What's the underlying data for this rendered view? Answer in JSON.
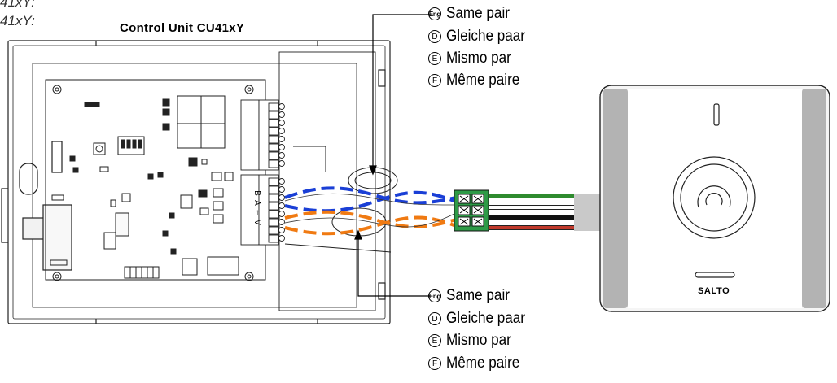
{
  "header_fragments": {
    "line1": "41xY:",
    "line2": "41xY:"
  },
  "control_unit": {
    "title": "Control Unit CU41xY",
    "terminal_labels": [
      "B",
      "A",
      "←",
      "V"
    ]
  },
  "reader": {
    "brand": "SALTO"
  },
  "callout_top": {
    "items": [
      {
        "badge": "Eng",
        "label": "Same pair"
      },
      {
        "badge": "D",
        "label": "Gleiche paar"
      },
      {
        "badge": "E",
        "label": "Mismo par"
      },
      {
        "badge": "F",
        "label": "Même paire"
      }
    ]
  },
  "callout_bottom": {
    "items": [
      {
        "badge": "Eng",
        "label": "Same pair"
      },
      {
        "badge": "D",
        "label": "Gleiche paar"
      },
      {
        "badge": "E",
        "label": "Mismo par"
      },
      {
        "badge": "F",
        "label": "Même paire"
      }
    ]
  },
  "colors": {
    "pair_blue": "#1a3fd6",
    "pair_orange": "#f07a12",
    "wire_green": "#2e8b2e",
    "wire_red": "#c0392b",
    "connector_green": "#2d9a46"
  }
}
